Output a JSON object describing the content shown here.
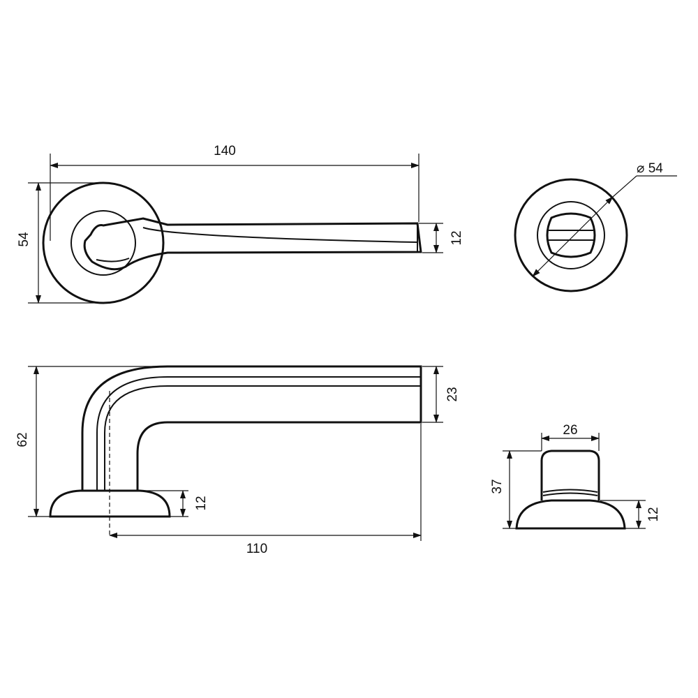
{
  "dimensions": {
    "top_length": "140",
    "top_height": "54",
    "lever_thickness": "12",
    "rosette_diameter": "⌀ 54",
    "side_height": "62",
    "lever_height": "23",
    "base_height_left": "12",
    "side_length": "110",
    "knob_width": "26",
    "knob_height": "37",
    "base_height_right": "12"
  },
  "colors": {
    "line": "#111111",
    "background": "#ffffff"
  }
}
